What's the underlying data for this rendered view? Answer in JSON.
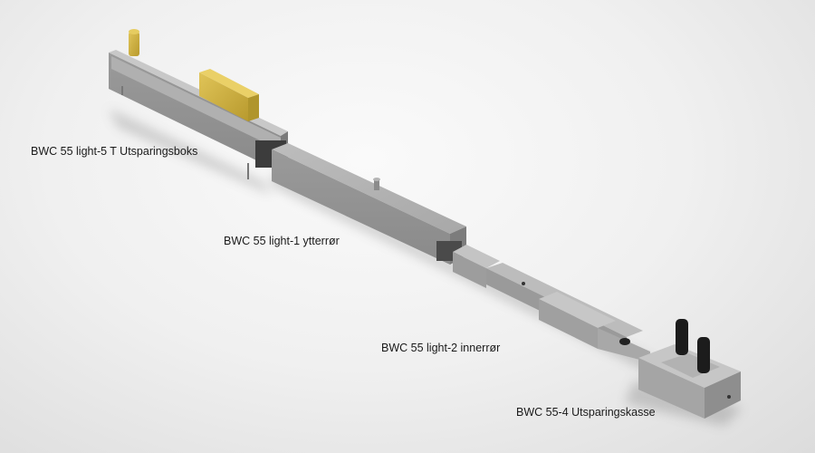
{
  "image": {
    "description": "Product render of BWC 55 light ventilation duct assembly",
    "background_color": "#f2f2f2",
    "metal_color": "#a9a9a9",
    "insulation_color": "#d4b843"
  },
  "labels": [
    {
      "id": "utsparingsboks",
      "text": "BWC 55 light-5 T Utsparingsboks"
    },
    {
      "id": "ytterror",
      "text": "BWC 55 light-1 ytterrør"
    },
    {
      "id": "innerror",
      "text": "BWC 55 light-2 innerrør"
    },
    {
      "id": "utsparingskasse",
      "text": "BWC 55-4 Utsparingskasse"
    }
  ]
}
